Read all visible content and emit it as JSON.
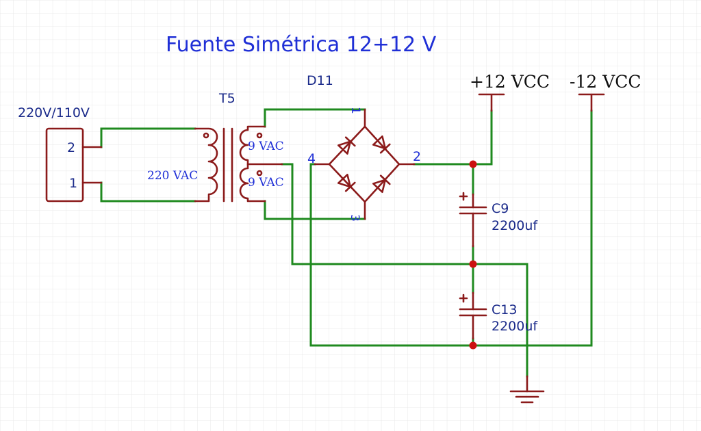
{
  "title": "Fuente Simétrica 12+12 V",
  "colors": {
    "title": "#1f2fd6",
    "wire": "#1f8a1f",
    "component": "#8b1a1a",
    "junction": "#cc1111",
    "pin_number": "#1f2fd6",
    "grid": "#e8e8e8"
  },
  "connector": {
    "label": "220V/110V",
    "pins": [
      "2",
      "1"
    ]
  },
  "transformer": {
    "ref": "T5",
    "primary_label": "220 VAC",
    "secondary_top_label": "9 VAC",
    "secondary_bottom_label": "9 VAC"
  },
  "bridge": {
    "ref": "D11",
    "pins": {
      "top": "1",
      "right": "2",
      "bottom": "3",
      "left": "4"
    }
  },
  "capacitors": [
    {
      "ref": "C9",
      "value": "2200uf"
    },
    {
      "ref": "C13",
      "value": "2200uf"
    }
  ],
  "power": {
    "positive": "+12 VCC",
    "negative": "-12 VCC"
  },
  "icons": {
    "ground": "ground-icon",
    "diode": "diode-icon",
    "capacitor": "polarized-capacitor-icon",
    "transformer": "transformer-icon"
  }
}
